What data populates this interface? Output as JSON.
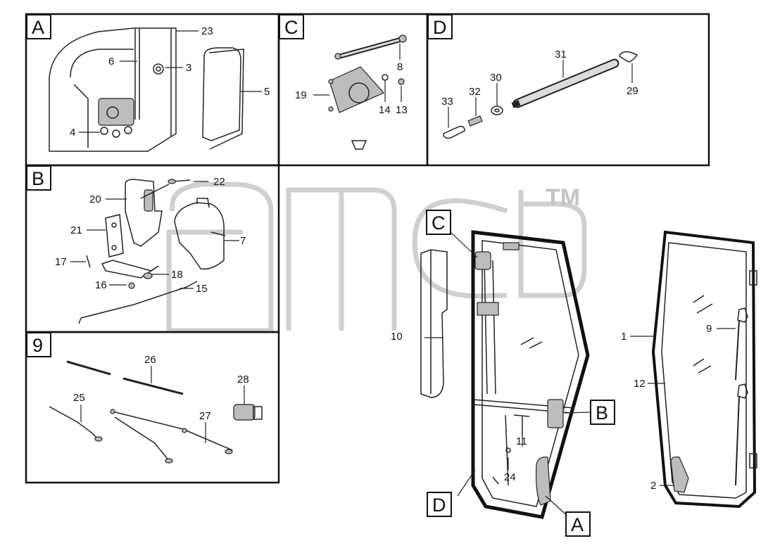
{
  "sections": [
    {
      "id": "A",
      "label": "A"
    },
    {
      "id": "C",
      "label": "C"
    },
    {
      "id": "D",
      "label": "D"
    },
    {
      "id": "B",
      "label": "B"
    },
    {
      "id": "9",
      "label": "9"
    }
  ],
  "callouts": {
    "A": [
      "23",
      "6",
      "3",
      "5",
      "4"
    ],
    "C": [
      "8",
      "19",
      "14",
      "13"
    ],
    "D": [
      "31",
      "30",
      "32",
      "33",
      "29"
    ],
    "B": [
      "22",
      "20",
      "21",
      "7",
      "17",
      "18",
      "16",
      "15"
    ],
    "S9": [
      "26",
      "28",
      "25",
      "27"
    ],
    "door": [
      "10",
      "11",
      "24"
    ],
    "window": [
      "1",
      "9",
      "12",
      "2"
    ]
  },
  "door_refs": [
    "C",
    "B",
    "A",
    "D"
  ],
  "watermark": {
    "trademark": "TM"
  }
}
